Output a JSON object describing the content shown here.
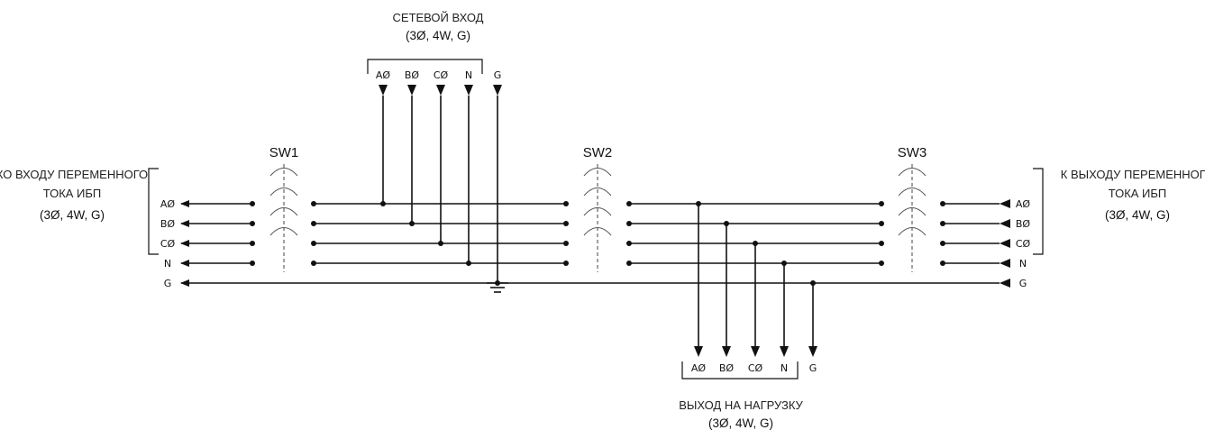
{
  "top_input": {
    "title": "СЕТЕВОЙ ВХОД",
    "spec": "(3Ø, 4W, G)",
    "terminals": [
      "AØ",
      "BØ",
      "CØ",
      "N"
    ],
    "ground_terminal": "G"
  },
  "left_output": {
    "title_line1": "КО ВХОДУ ПЕРЕМЕННОГО",
    "title_line2": "ТОКА ИБП",
    "spec": "(3Ø, 4W, G)",
    "terminals": [
      "AØ",
      "BØ",
      "CØ",
      "N",
      "G"
    ]
  },
  "right_input": {
    "title_line1": "К ВЫХОДУ ПЕРЕМЕННОГО",
    "title_line2": "ТОКА ИБП",
    "spec": "(3Ø, 4W, G)",
    "terminals": [
      "AØ",
      "BØ",
      "CØ",
      "N",
      "G"
    ]
  },
  "bottom_output": {
    "title": "ВЫХОД НА НАГРУЗКУ",
    "spec": "(3Ø, 4W, G)",
    "terminals": [
      "AØ",
      "BØ",
      "CØ",
      "N"
    ],
    "ground_terminal": "G"
  },
  "switches": {
    "sw1": "SW1",
    "sw2": "SW2",
    "sw3": "SW3"
  }
}
